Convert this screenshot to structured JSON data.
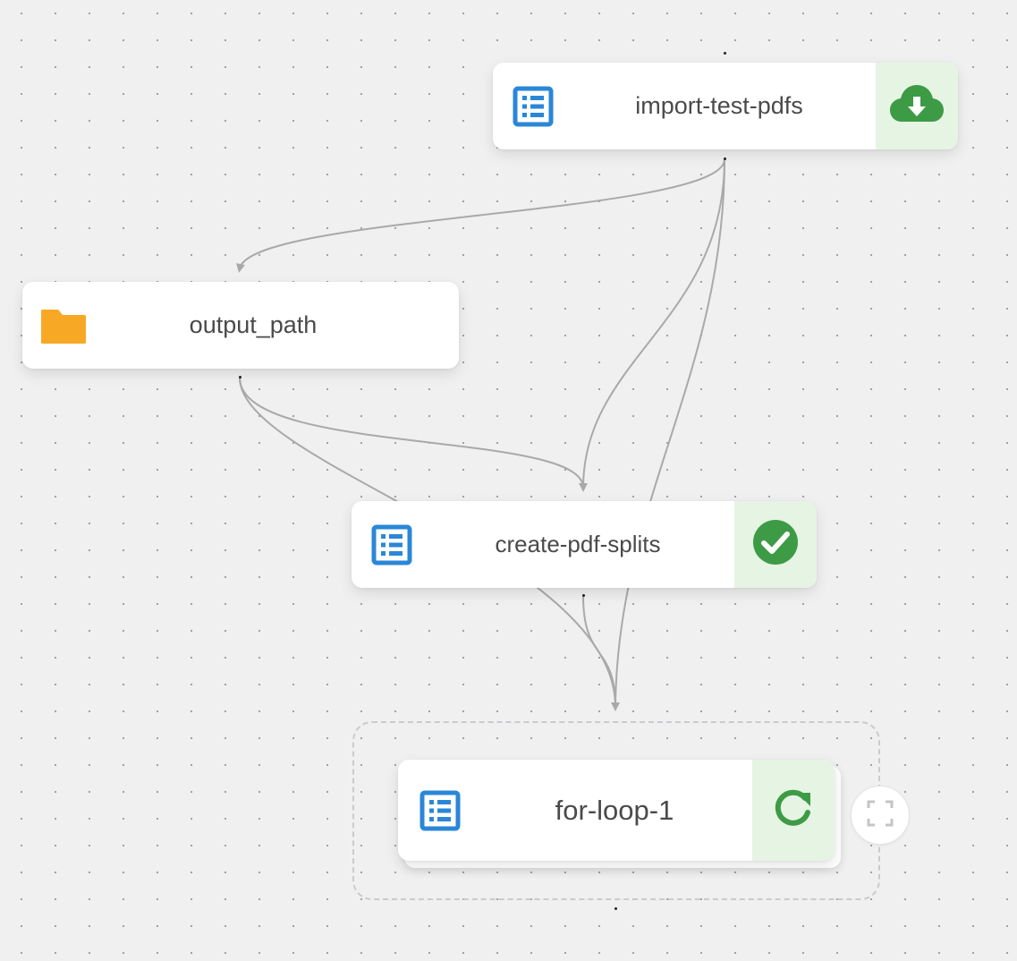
{
  "canvas": {
    "background": "#f0f0f0",
    "edge_color": "#a9a9a9"
  },
  "nodes": {
    "import_test_pdfs": {
      "label": "import-test-pdfs",
      "type_icon": "list-icon",
      "status_icon": "cloud-download-icon",
      "icon_color": "#2a87d8",
      "status_color": "#3d9b46",
      "status_background": "#e6f4e4"
    },
    "output_path": {
      "label": "output_path",
      "type_icon": "folder-icon",
      "icon_color": "#f7a824"
    },
    "create_pdf_splits": {
      "label": "create-pdf-splits",
      "type_icon": "list-icon",
      "status_icon": "check-circle-icon",
      "icon_color": "#2a87d8",
      "status_color": "#3d9b46",
      "status_background": "#e6f4e4"
    },
    "for_loop_1": {
      "label": "for-loop-1",
      "type_icon": "list-icon",
      "status_icon": "refresh-icon",
      "icon_color": "#2a87d8",
      "status_color": "#3d9b46",
      "status_background": "#e6f4e4",
      "group_action_icon": "expand-icon"
    }
  }
}
